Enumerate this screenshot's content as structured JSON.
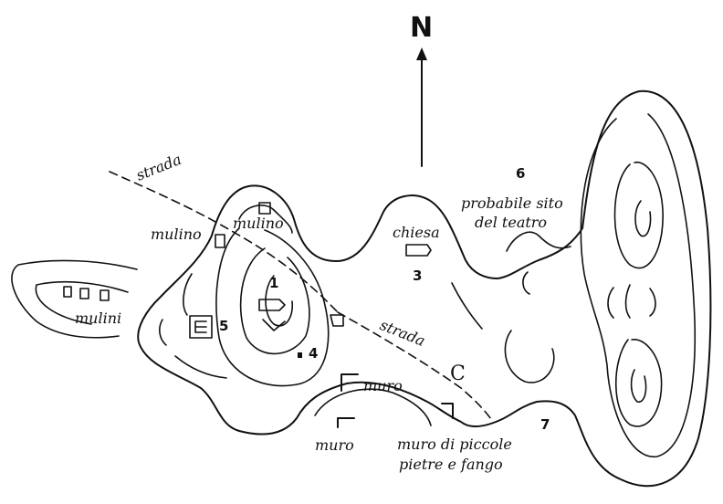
{
  "north": {
    "label": "N"
  },
  "labels": {
    "strada_top": "strada",
    "strada_mid": "strada",
    "mulino_left": "mulino",
    "mulino_top": "mulino",
    "mulini": "mulini",
    "chiesa": "chiesa",
    "teatro_line1": "probabile sito",
    "teatro_line2": "del teatro",
    "muro_a": "muro",
    "muro_b": "muro",
    "muro_fango_line1": "muro di piccole",
    "muro_fango_line2": "pietre e fango",
    "c_mark": "C"
  },
  "numbers": {
    "n1": "1",
    "n3": "3",
    "n4": "4",
    "n5": "5",
    "n6": "6",
    "n7": "7"
  }
}
